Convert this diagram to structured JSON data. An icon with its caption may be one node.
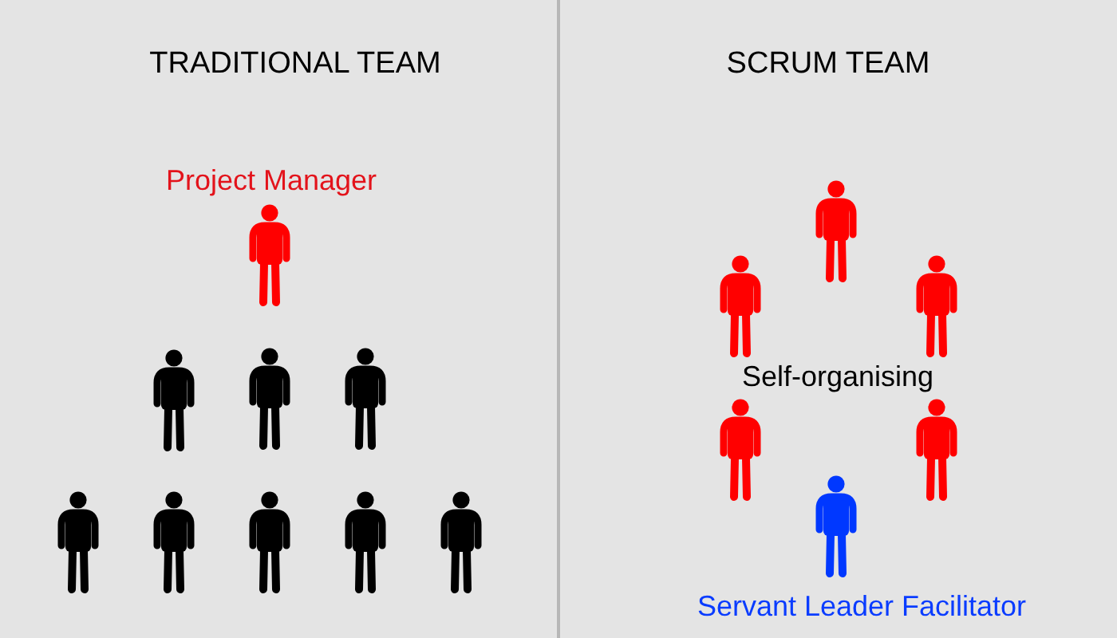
{
  "diagram": {
    "nodes": [
      {
        "text": [
          "TRADITIONAL TEAM"
        ]
      },
      {
        "text": [],
        "shape": "person",
        "in": 0,
        "beside": [
          "Project Manager"
        ]
      },
      {
        "text": [],
        "shape": "person",
        "in": 0
      },
      {
        "text": [],
        "shape": "person",
        "in": 0
      },
      {
        "text": [],
        "shape": "person",
        "in": 0
      },
      {
        "text": [],
        "shape": "person",
        "in": 0
      },
      {
        "text": [],
        "shape": "person",
        "in": 0
      },
      {
        "text": [],
        "shape": "person",
        "in": 0
      },
      {
        "text": [],
        "shape": "person",
        "in": 0
      },
      {
        "text": [],
        "shape": "person",
        "in": 0
      },
      {
        "text": [
          "SCRUM TEAM"
        ]
      },
      {
        "text": [],
        "shape": "person",
        "in": 10
      },
      {
        "text": [],
        "shape": "person",
        "in": 10
      },
      {
        "text": [],
        "shape": "person",
        "in": 10
      },
      {
        "text": [],
        "shape": "person",
        "in": 10
      },
      {
        "text": [],
        "shape": "person",
        "in": 10
      },
      {
        "text": [],
        "shape": "person",
        "in": 10,
        "beside": [
          "Servant Leader Facilitator"
        ]
      }
    ],
    "labels": [
      "Self-organising"
    ]
  }
}
